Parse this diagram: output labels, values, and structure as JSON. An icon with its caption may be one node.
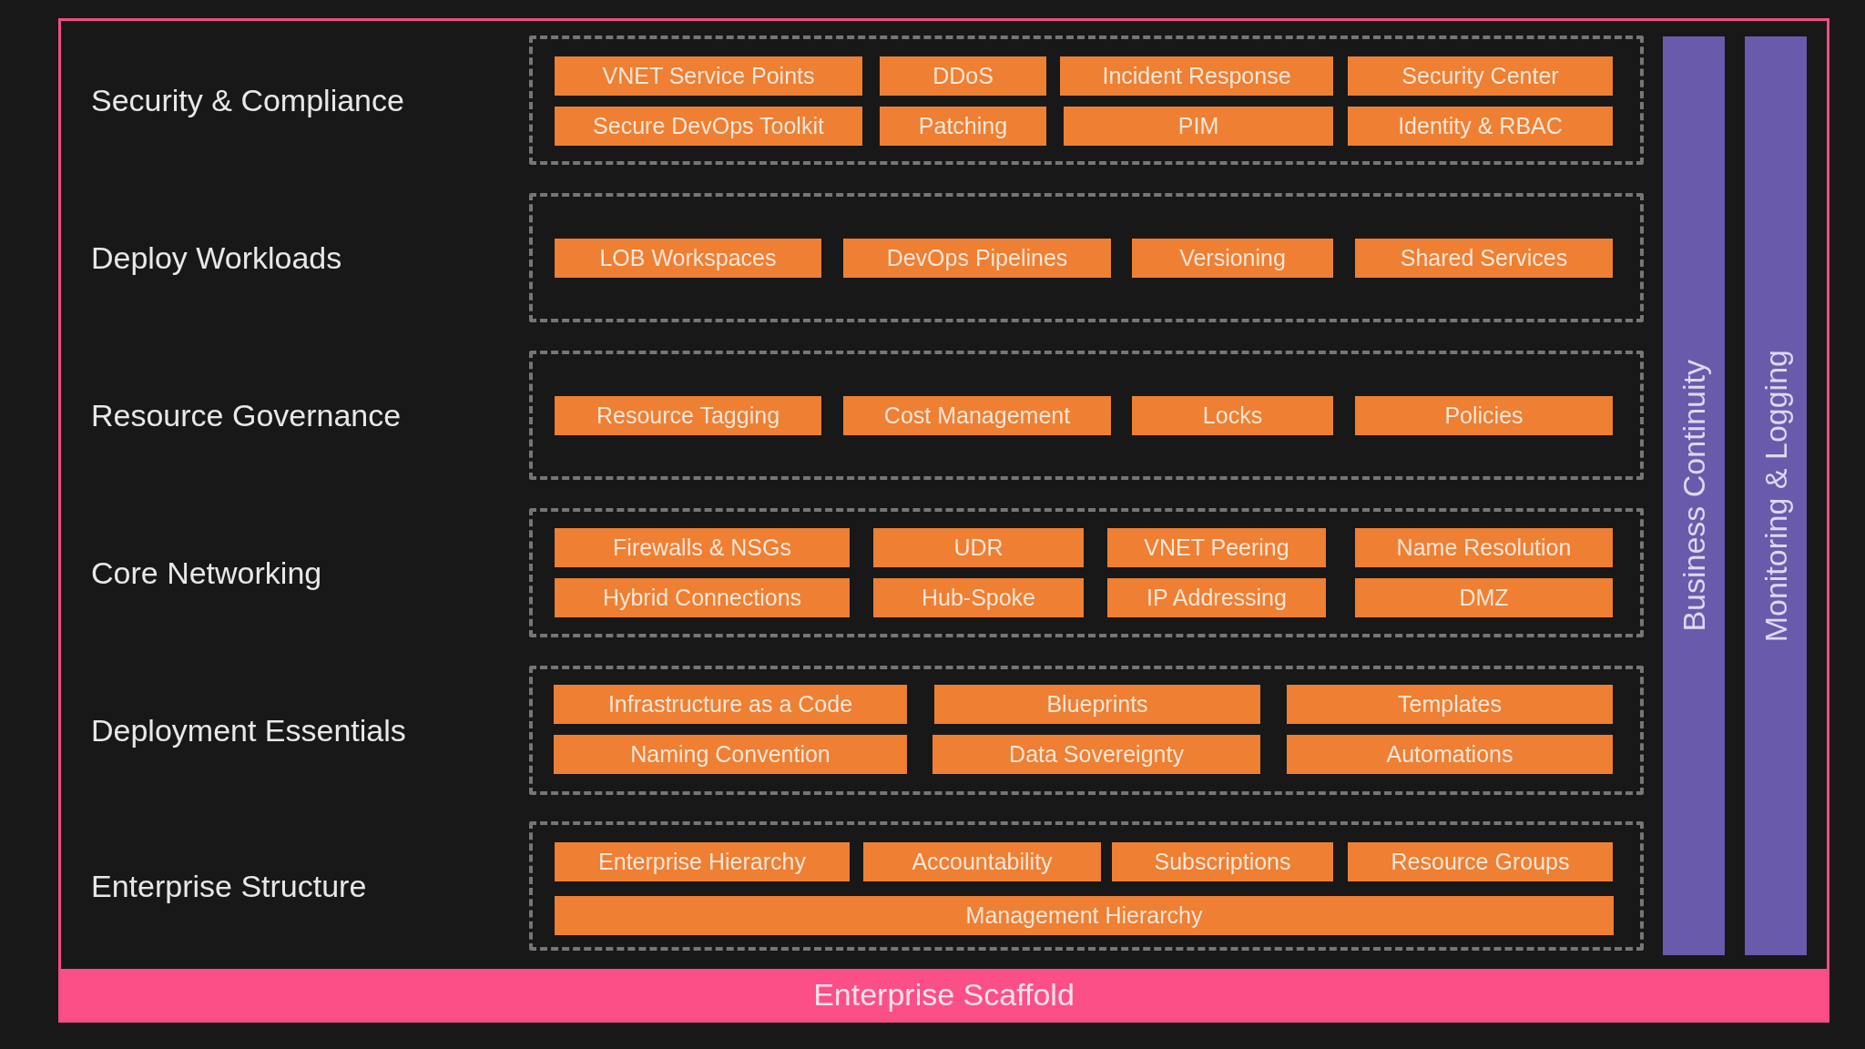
{
  "diagram": {
    "nodes": [
      {
        "text": [
          "Enterprise Scaffold"
        ]
      },
      {
        "text": [],
        "shape": "box",
        "in": 0
      },
      {
        "text": [
          "VNET Service Points"
        ],
        "in": 1
      },
      {
        "text": [
          "DDoS"
        ],
        "in": 1
      },
      {
        "text": [
          "Incident Response"
        ],
        "in": 1
      },
      {
        "text": [
          "Security Center"
        ],
        "in": 1
      },
      {
        "text": [
          "Secure DevOps Toolkit"
        ],
        "in": 1
      },
      {
        "text": [
          "Patching"
        ],
        "in": 1
      },
      {
        "text": [
          "PIM"
        ],
        "in": 1
      },
      {
        "text": [
          "Identity & RBAC"
        ],
        "in": 1
      },
      {
        "text": [],
        "shape": "box",
        "in": 0
      },
      {
        "text": [
          "LOB Workspaces"
        ],
        "in": 10
      },
      {
        "text": [
          "DevOps Pipelines"
        ],
        "in": 10
      },
      {
        "text": [
          "Versioning"
        ],
        "in": 10
      },
      {
        "text": [
          "Shared Services"
        ],
        "in": 10
      },
      {
        "text": [],
        "shape": "box",
        "in": 0
      },
      {
        "text": [
          "Resource Tagging"
        ],
        "in": 15
      },
      {
        "text": [
          "Cost Management"
        ],
        "in": 15
      },
      {
        "text": [
          "Locks"
        ],
        "in": 15
      },
      {
        "text": [
          "Policies"
        ],
        "in": 15
      },
      {
        "text": [],
        "shape": "box",
        "in": 0
      },
      {
        "text": [
          "Firewalls & NSGs"
        ],
        "in": 20
      },
      {
        "text": [
          "UDR"
        ],
        "in": 20
      },
      {
        "text": [
          "VNET Peering"
        ],
        "in": 20
      },
      {
        "text": [
          "Name Resolution"
        ],
        "in": 20
      },
      {
        "text": [
          "Hybrid Connections"
        ],
        "in": 20
      },
      {
        "text": [
          "Hub-Spoke"
        ],
        "in": 20
      },
      {
        "text": [
          "IP Addressing"
        ],
        "in": 20
      },
      {
        "text": [
          "DMZ"
        ],
        "in": 20
      },
      {
        "text": [],
        "shape": "box",
        "in": 0
      },
      {
        "text": [
          "Infrastructure as a Code"
        ],
        "in": 29
      },
      {
        "text": [
          "Blueprints"
        ],
        "in": 29
      },
      {
        "text": [
          "Templates"
        ],
        "in": 29
      },
      {
        "text": [
          "Naming Convention"
        ],
        "in": 29
      },
      {
        "text": [
          "Data Sovereignty"
        ],
        "in": 29
      },
      {
        "text": [
          "Automations"
        ],
        "in": 29
      },
      {
        "text": [],
        "shape": "box",
        "in": 0
      },
      {
        "text": [
          "Enterprise Hierarchy"
        ],
        "in": 36
      },
      {
        "text": [
          "Accountability"
        ],
        "in": 36
      },
      {
        "text": [
          "Subscriptions"
        ],
        "in": 36
      },
      {
        "text": [
          "Resource Groups"
        ],
        "in": 36
      },
      {
        "text": [
          "Management Hierarchy"
        ],
        "in": 36
      },
      {
        "text": [
          "Business Continuity"
        ],
        "in": 0
      },
      {
        "text": [
          "Monitoring & Logging"
        ],
        "in": 0
      }
    ],
    "labels": [
      "Security & Compliance",
      "Deploy Workloads",
      "Resource Governance",
      "Core Networking",
      "Deployment Essentials",
      "Enterprise Structure"
    ]
  }
}
